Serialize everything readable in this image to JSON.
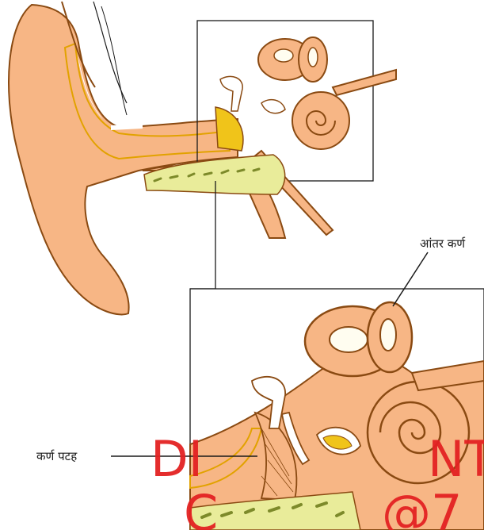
{
  "labels": {
    "inner_ear": "आंतर कर्ण",
    "eardrum": "कर्ण पटह"
  },
  "watermark": {
    "line1": "DI",
    "line1b": "NT",
    "line2": "C",
    "line2b": "@7"
  },
  "colors": {
    "skin": "#f7b685",
    "outline": "#8a4a12",
    "membrane": "#f0c41a",
    "bone": "#e9ec9a",
    "bone_dots": "#7d8a2a",
    "highlight": "#ffffff",
    "watermark": "#e32222"
  }
}
